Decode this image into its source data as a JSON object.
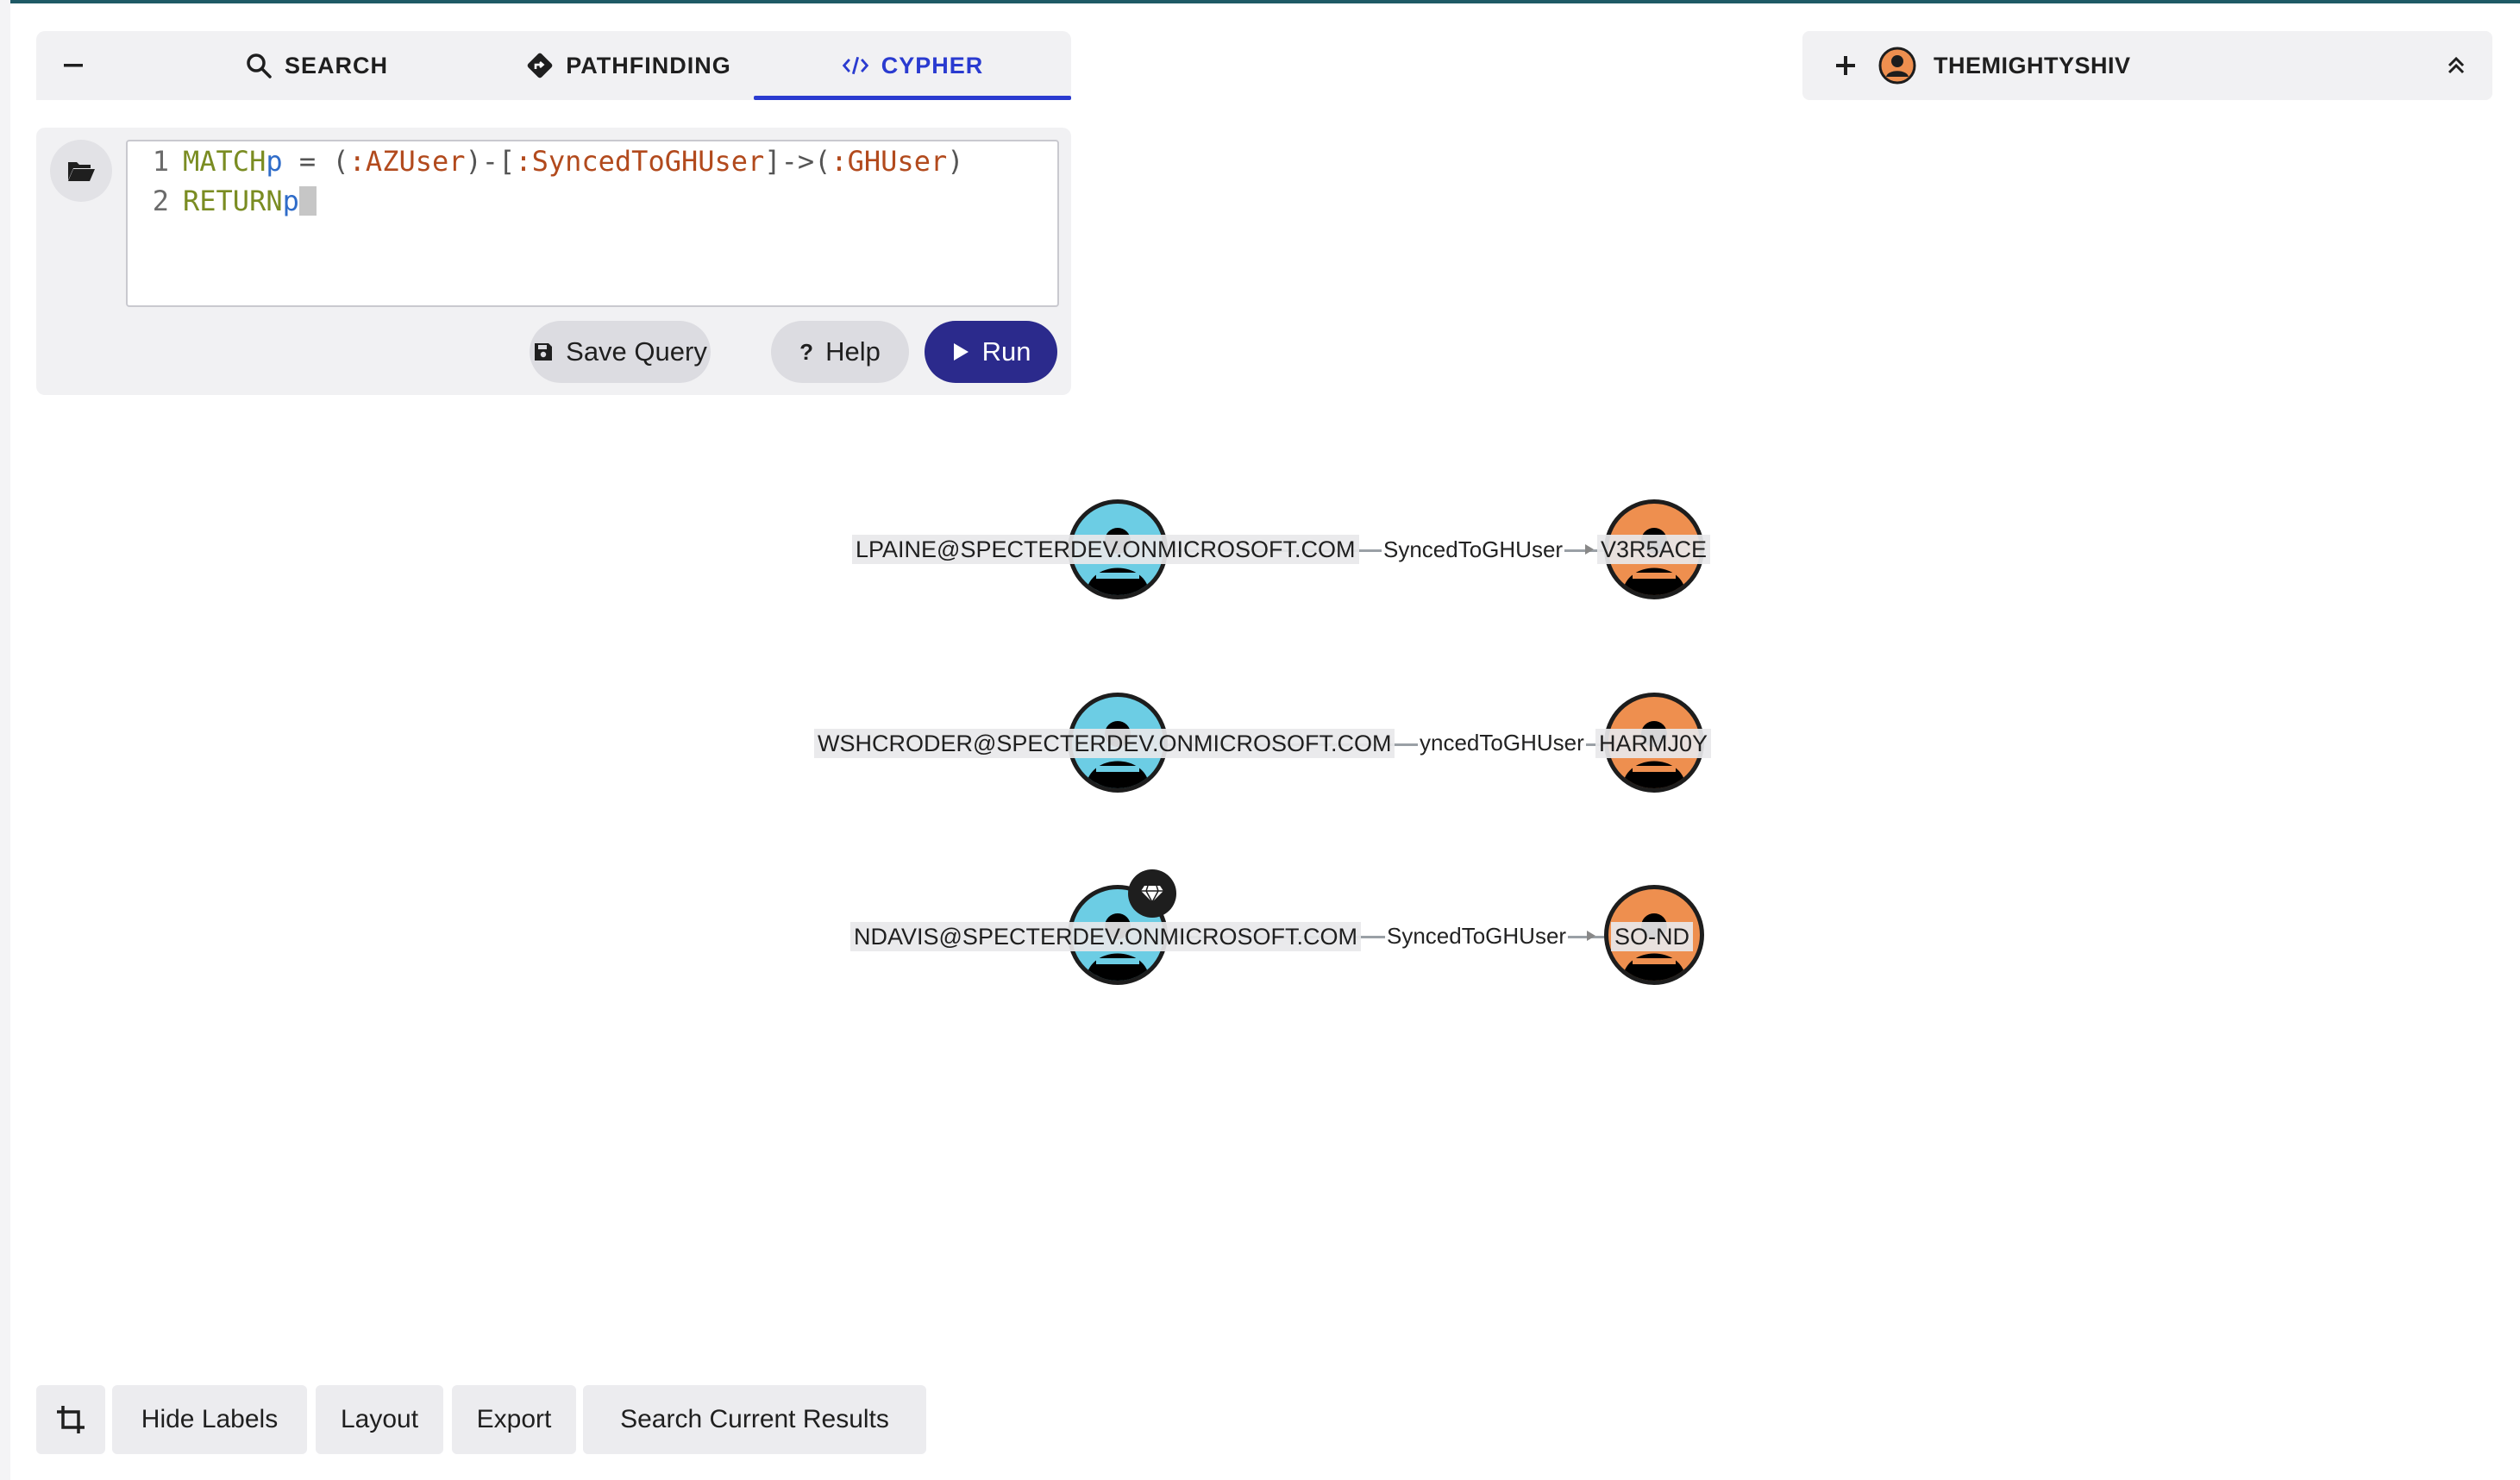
{
  "tabs": [
    {
      "label": "SEARCH",
      "icon": "search-icon"
    },
    {
      "label": "PATHFINDING",
      "icon": "route-diamond-icon"
    },
    {
      "label": "CYPHER",
      "icon": "code-icon",
      "active": true
    }
  ],
  "editor": {
    "line_numbers": [
      "1",
      "2"
    ],
    "line1": {
      "kw_match": "MATCH",
      "var_p": "p",
      "eq": " = (",
      "label_az": ":AZUser",
      "rel_open": ")-[",
      "label_rel": ":SyncedToGHUser",
      "rel_close": "]->(",
      "label_gh": ":GHUser",
      "close": ")"
    },
    "line2": {
      "kw_return": "RETURN",
      "var_p": "p"
    }
  },
  "buttons": {
    "save": "Save Query",
    "help": "Help",
    "run": "Run"
  },
  "user": {
    "name": "THEMIGHTYSHIV"
  },
  "graph": {
    "rows": [
      {
        "source": "LPAINE@SPECTERDEV.ONMICROSOFT.COM",
        "edge": "SyncedToGHUser",
        "target": "V3R5ACE",
        "badge": false
      },
      {
        "source": "WSHCRODER@SPECTERDEV.ONMICROSOFT.COM",
        "edge": "yncedToGHUser",
        "target": "HARMJ0Y",
        "badge": false
      },
      {
        "source": "NDAVIS@SPECTERDEV.ONMICROSOFT.COM",
        "edge": "SyncedToGHUser",
        "target": "SO-ND",
        "badge": true
      }
    ]
  },
  "toolbar": {
    "hide_labels": "Hide Labels",
    "layout": "Layout",
    "export": "Export",
    "search_results": "Search Current Results"
  },
  "colors": {
    "accent_blue": "#2a3bd0",
    "run_button": "#2b2a8c",
    "azure_node": "#6ccde4",
    "github_node": "#ee8f4f"
  }
}
